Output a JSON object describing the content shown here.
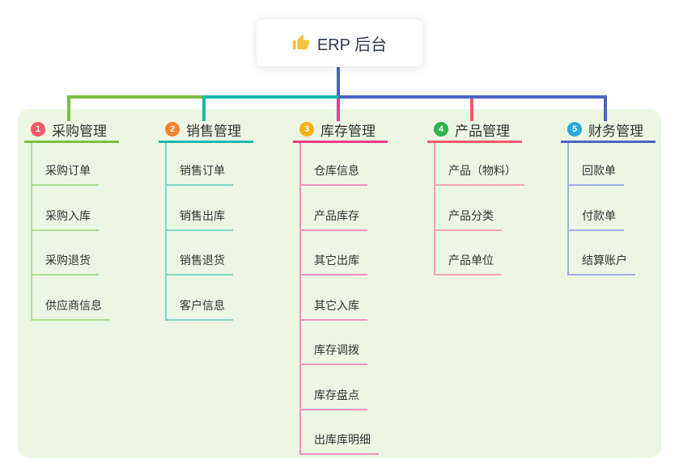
{
  "root": {
    "icon": "thumbs-up-icon",
    "label": "ERP 后台"
  },
  "colors": {
    "root_stem": "#4d63c6",
    "panel_bg": "#ebf7e3",
    "root_text": "#2e3b4e",
    "title_text": "#333333",
    "child_text": "#333333",
    "icon_yellow": "#f9c23c"
  },
  "branches": [
    {
      "num": "1",
      "title": "采购管理",
      "badge_color": "#f25968",
      "line_color": "#7cc043",
      "child_line_color": "#b2dc92",
      "children": [
        "采购订单",
        "采购入库",
        "采购退货",
        "供应商信息"
      ]
    },
    {
      "num": "2",
      "title": "销售管理",
      "badge_color": "#f9822f",
      "line_color": "#18b7ac",
      "child_line_color": "#82d5cc",
      "children": [
        "销售订单",
        "销售出库",
        "销售退货",
        "客户信息"
      ]
    },
    {
      "num": "3",
      "title": "库存管理",
      "badge_color": "#fbb017",
      "line_color": "#e83c90",
      "child_line_color": "#f291c0",
      "children": [
        "仓库信息",
        "产品库存",
        "其它出库",
        "其它入库",
        "库存调拨",
        "库存盘点",
        "出库库明细"
      ]
    },
    {
      "num": "4",
      "title": "产品管理",
      "badge_color": "#2db54d",
      "line_color": "#f4586b",
      "child_line_color": "#f6a3ad",
      "children": [
        "产品（物料）",
        "产品分类",
        "产品单位"
      ]
    },
    {
      "num": "5",
      "title": "财务管理",
      "badge_color": "#2aa8e0",
      "line_color": "#4d63c6",
      "child_line_color": "#9fb0e2",
      "children": [
        "回款单",
        "付款单",
        "结算账户"
      ]
    }
  ]
}
